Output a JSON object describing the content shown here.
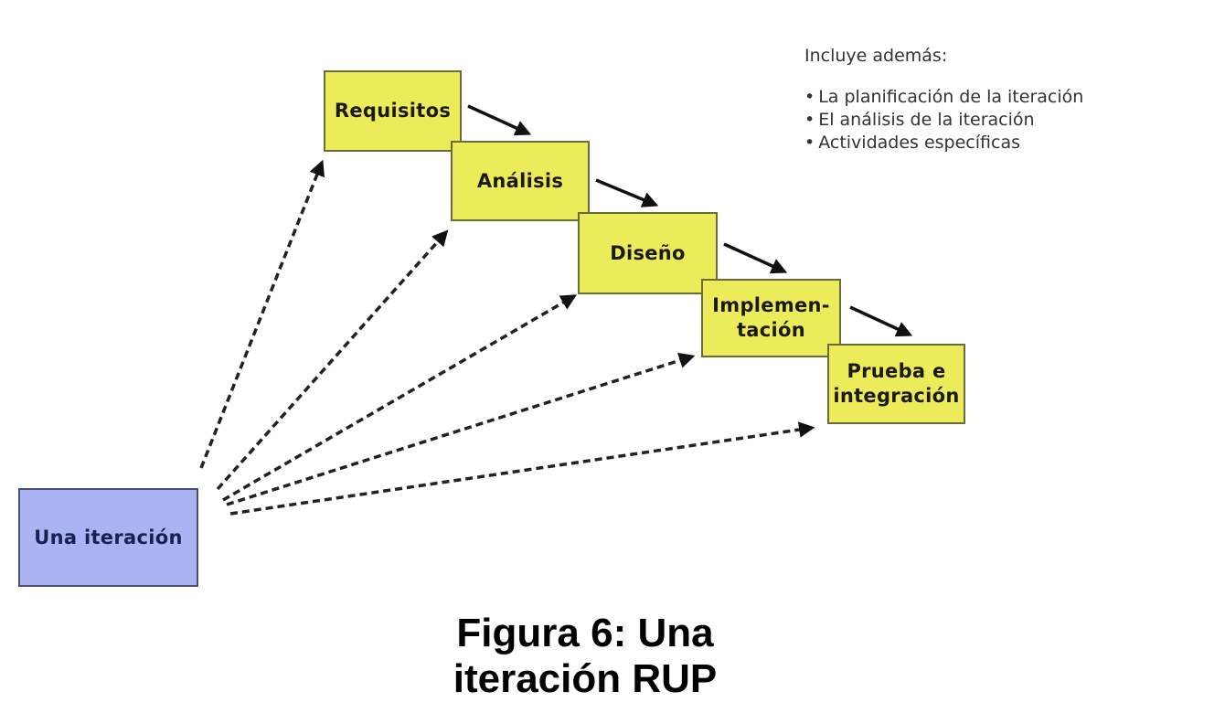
{
  "diagram": {
    "source_node": {
      "label": "Una iteración",
      "color": "#aab4f2"
    },
    "phases": [
      {
        "label": "Requisitos",
        "color": "#ecec5a"
      },
      {
        "label": "Análisis",
        "color": "#ecec5a"
      },
      {
        "label": "Diseño",
        "color": "#ecec5a"
      },
      {
        "label": "Implemen-\ntación",
        "color": "#ecec5a"
      },
      {
        "label": "Prueba e\nintegración",
        "color": "#ecec5a"
      }
    ],
    "edges": {
      "sequence": [
        "Requisitos→Análisis",
        "Análisis→Diseño",
        "Diseño→Implementación",
        "Implementación→Prueba e integración"
      ],
      "dashed_from_source": [
        "Requisitos",
        "Análisis",
        "Diseño",
        "Implementación",
        "Prueba e integración"
      ]
    }
  },
  "note": {
    "heading": "Incluye además:",
    "items": [
      "La planificación de la iteración",
      "El análisis de la iteración",
      "Actividades específicas"
    ]
  },
  "caption": {
    "line1": "Figura 6: Una",
    "line2": "iteración RUP"
  }
}
